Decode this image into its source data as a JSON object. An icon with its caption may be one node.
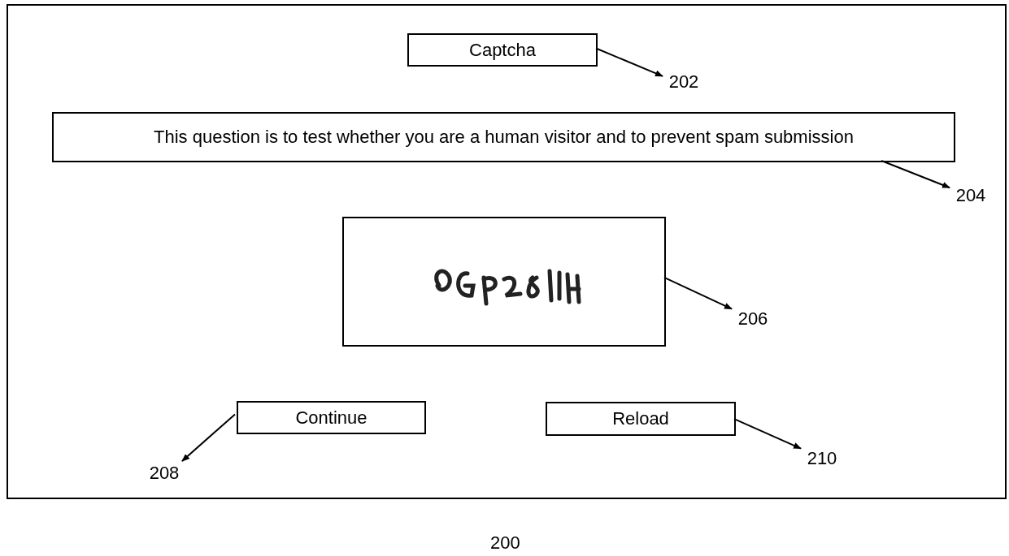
{
  "diagram": {
    "nodes": [
      {
        "text": [],
        "shape": "box"
      },
      {
        "text": [
          "Captcha"
        ],
        "in": 0
      },
      {
        "text": [
          "This question is to test whether you are a human visitor and to prevent spam submission"
        ],
        "in": 0
      },
      {
        "text": [],
        "shape": "picture",
        "in": 0
      },
      {
        "text": [
          "Continue"
        ],
        "in": 0
      },
      {
        "text": [
          "Reload"
        ],
        "in": 0
      },
      {
        "text": [
          "202"
        ],
        "in": 0
      },
      {
        "text": [
          "204"
        ],
        "in": 0
      },
      {
        "text": [
          "206"
        ],
        "in": 0
      },
      {
        "text": [
          "208"
        ],
        "in": 0
      },
      {
        "text": [
          "210"
        ],
        "in": 0
      }
    ],
    "edges": [
      {
        "from": 1,
        "to": 6,
        "arrow": "to"
      },
      {
        "from": 2,
        "to": 7,
        "arrow": "to"
      },
      {
        "from": 3,
        "to": 8,
        "arrow": "to"
      },
      {
        "from": 4,
        "to": 9,
        "arrow": "to"
      },
      {
        "from": 5,
        "to": 10,
        "arrow": "to"
      }
    ],
    "labels": [
      "200"
    ]
  }
}
